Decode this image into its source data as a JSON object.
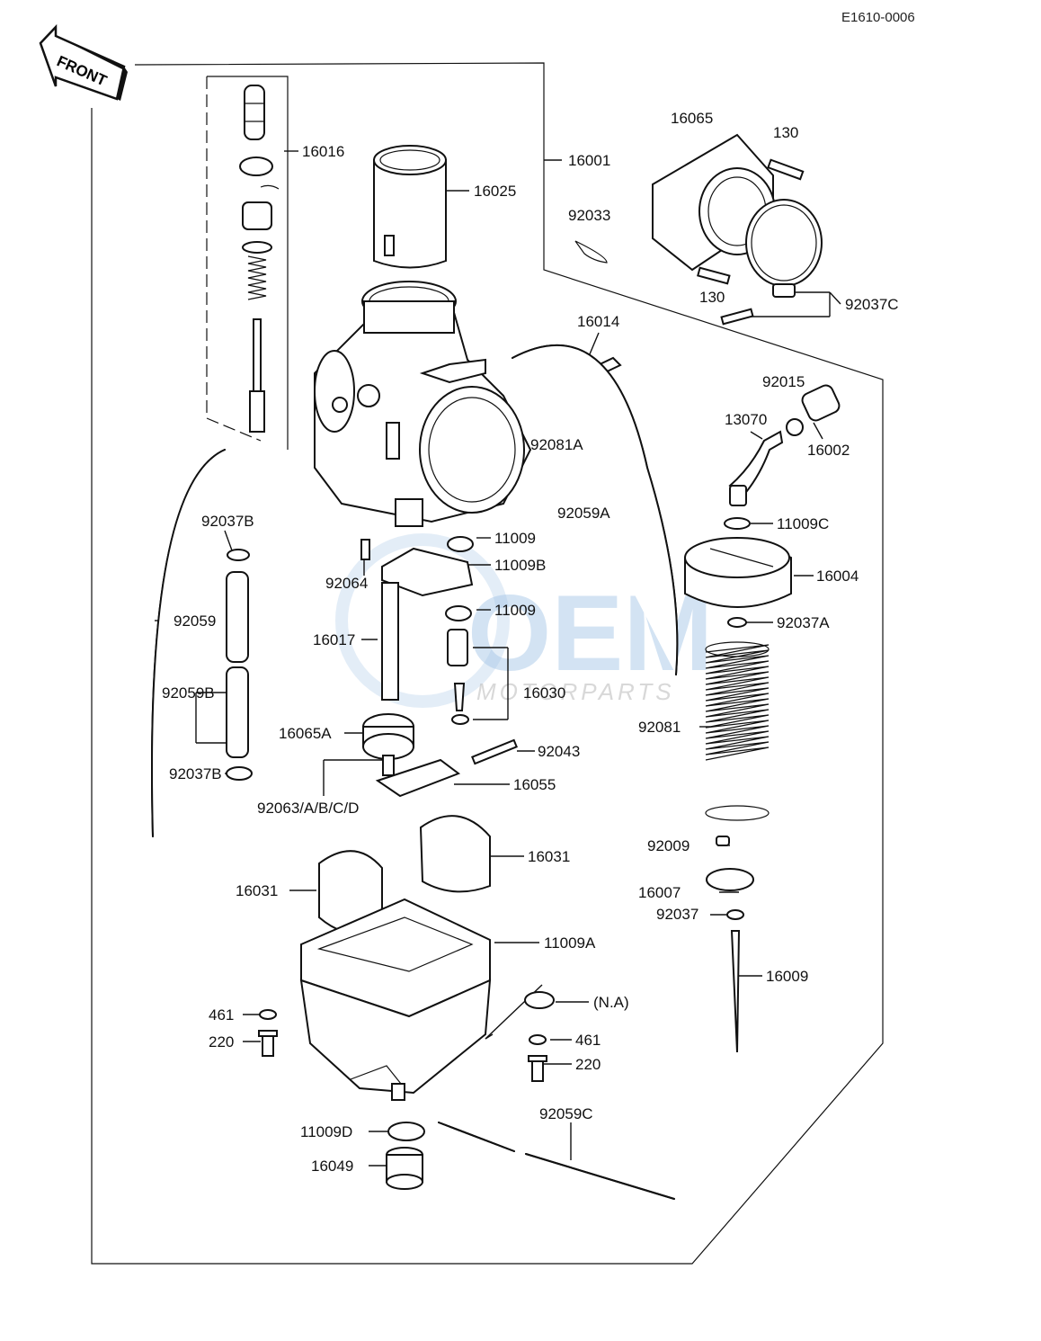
{
  "reference_code": "E1610-0006",
  "front_arrow_text": "FRONT",
  "watermark": {
    "logo_text": "OEM",
    "sub_text": "MOTORPARTS"
  },
  "labels": {
    "p16001": "16001",
    "p16016": "16016",
    "p16025": "16025",
    "p92033": "92033",
    "p16065": "16065",
    "p130a": "130",
    "p130b": "130",
    "p92037C": "92037C",
    "p16014": "16014",
    "p92081A": "92081A",
    "p92015": "92015",
    "p13070": "13070",
    "p16002": "16002",
    "p92059A": "92059A",
    "p11009C": "11009C",
    "p92037B_top": "92037B",
    "p11009_top": "11009",
    "p11009B": "11009B",
    "p92064": "92064",
    "p11009_mid": "11009",
    "p16004": "16004",
    "p92059": "92059",
    "p92037A": "92037A",
    "p16017": "16017",
    "p92059B": "92059B",
    "p16030": "16030",
    "p92081": "92081",
    "p16065A": "16065A",
    "p92043": "92043",
    "p92037B_bot": "92037B",
    "p92063": "92063/A/B/C/D",
    "p16055": "16055",
    "p92009": "92009",
    "p16031_right": "16031",
    "p16031_left": "16031",
    "p16007": "16007",
    "p92037": "92037",
    "p11009A": "11009A",
    "p16009": "16009",
    "pNA": "(N.A)",
    "p461_left": "461",
    "p461_right": "461",
    "p220_left": "220",
    "p220_right": "220",
    "p92059C": "92059C",
    "p11009D": "11009D",
    "p16049": "16049"
  }
}
